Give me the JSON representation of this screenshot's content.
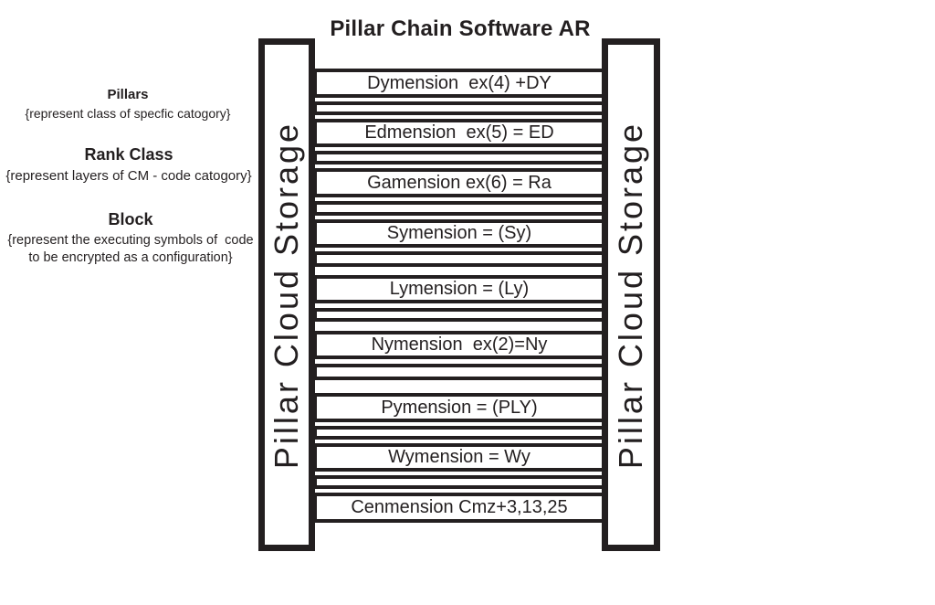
{
  "title": "Pillar Chain Software AR",
  "left_pillar": {
    "label": "Pillar Cloud Storage"
  },
  "right_pillar": {
    "label": "Pillar Cloud Storage"
  },
  "legend": {
    "pillars": {
      "heading": "Pillars",
      "line1": "{represent class of specfic catogory}"
    },
    "rank_class": {
      "heading": "Rank Class",
      "line1": "{represent layers of CM - code catogory}"
    },
    "block": {
      "heading": "Block",
      "line1": "{represent the executing symbols of  code",
      "line2": "to be encrypted as a configuration}"
    }
  },
  "chain": {
    "rungs": [
      "Dymension  ex(4) +DY",
      "Edmension  ex(5) = ED",
      "Gamension ex(6) = Ra",
      "Symension = (Sy)",
      "Lymension = (Ly)",
      "Nymension  ex(2)=Ny",
      "Pymension = (PLY)",
      "Wymension = Wy",
      "Cenmension Cmz+3,13,25"
    ]
  },
  "colors": {
    "ink": "#231f20",
    "background": "#ffffff"
  }
}
